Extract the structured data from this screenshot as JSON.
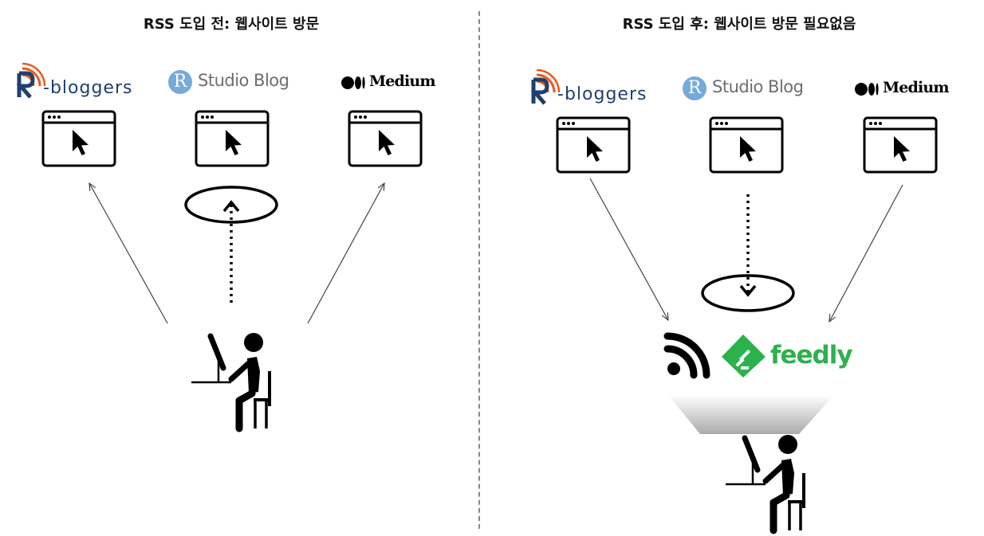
{
  "titles": {
    "before": "RSS 도입 전: 웹사이트 방문",
    "after": "RSS 도입 후: 웹사이트 방문 필요없음"
  },
  "logos": {
    "rbloggers": "-bloggers",
    "rstudio_letter": "R",
    "rstudio_text": "Studio Blog",
    "medium": "Medium",
    "feedly": "feedly"
  },
  "icons": [
    "browser-window-icon",
    "cursor-icon",
    "user-at-computer-icon",
    "rss-icon",
    "feedly-icon",
    "loop-arrow-icon"
  ],
  "colors": {
    "rbloggers_blue": "#1f3f6e",
    "rbloggers_orange": "#e85a1b",
    "rstudio_blue": "#75aadb",
    "feedly_green": "#2bb24c",
    "ink": "#000000"
  }
}
